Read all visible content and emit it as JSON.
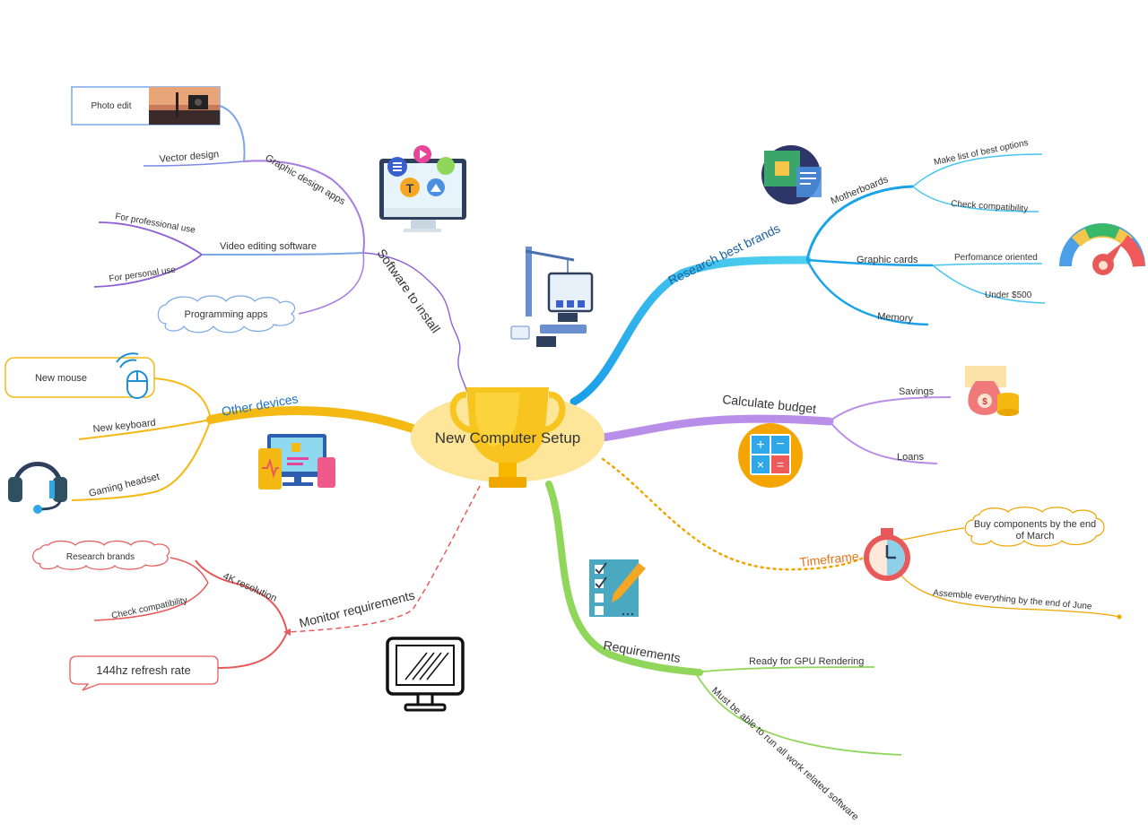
{
  "center": {
    "label": "New Computer Setup"
  },
  "branches": {
    "software": {
      "label": "Software to install",
      "graphic_design": {
        "label": "Graphic design apps",
        "photo_edit": "Photo edit",
        "vector_design": "Vector design"
      },
      "video_editing": {
        "label": "Video editing software",
        "professional": "For professional use",
        "personal": "For personal use"
      },
      "programming": "Programming apps"
    },
    "research": {
      "label": "Research best brands",
      "motherboards": {
        "label": "Motherboards",
        "best_options": "Make list of best options",
        "compatibility": "Check compatibility"
      },
      "graphic_cards": {
        "label": "Graphic cards",
        "performance": "Perfomance oriented",
        "under": "Under $500"
      },
      "memory": "Memory"
    },
    "budget": {
      "label": "Calculate budget",
      "savings": "Savings",
      "loans": "Loans"
    },
    "timeframe": {
      "label": "Timeframe",
      "buy": [
        "Buy components by the end",
        "of March"
      ],
      "assemble": "Assemble everything by the end of June"
    },
    "requirements": {
      "label": "Requirements",
      "gpu": "Ready for GPU Rendering",
      "software": "Must be able to run all work related software"
    },
    "monitor": {
      "label": "Monitor requirements",
      "resolution": {
        "label": "4K resolution",
        "research": "Research brands",
        "compatibility": "Check compatibility"
      },
      "refresh": "144hz refresh rate"
    },
    "devices": {
      "label": "Other devices",
      "mouse": "New mouse",
      "keyboard": "New keyboard",
      "headset": "Gaming headset"
    }
  },
  "icons": [
    "trophy-icon",
    "monitor-apps-icon",
    "crane-computer-icon",
    "motherboard-icon",
    "speedometer-icon",
    "money-bag-icon",
    "calculator-icon",
    "stopwatch-icon",
    "checklist-icon",
    "monitor-sketch-icon",
    "mouse-icon",
    "headset-icon",
    "devices-icon",
    "photo-thumbnail-icon"
  ],
  "colors": {
    "software": "#9b59d6",
    "research": "#1aa3e8",
    "budget": "#b98ee8",
    "timeframe": "#f0a500",
    "timeframe_label": "#e8731a",
    "requirements": "#8fd65a",
    "monitor": "#e85a5a",
    "devices": "#f5b914",
    "devices_label": "#1a73c8",
    "research_label": "#1a5fa0",
    "center_bg": "#fde59a"
  }
}
